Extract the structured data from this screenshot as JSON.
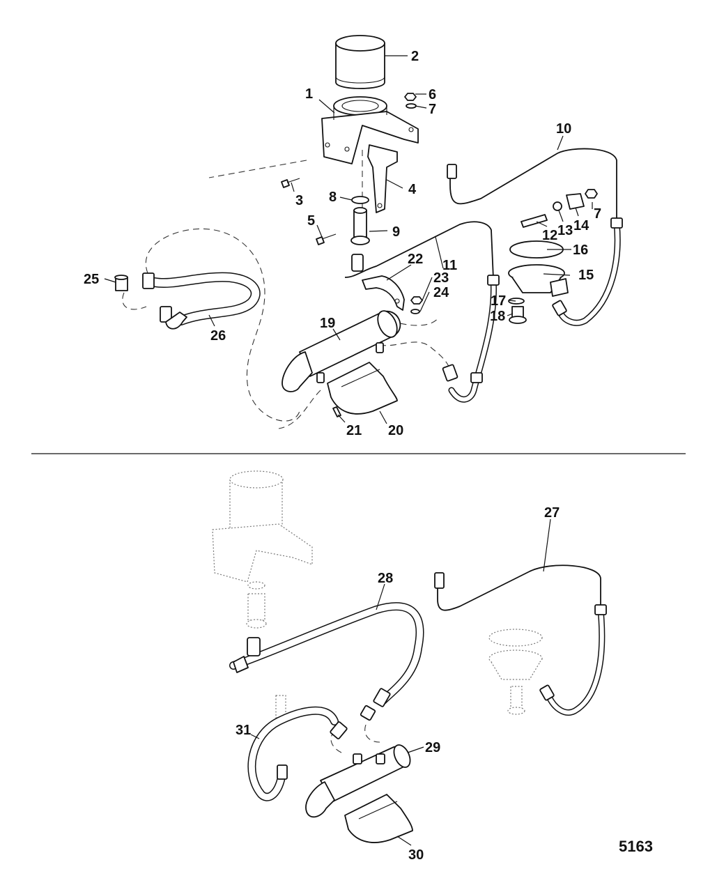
{
  "figure_number": "5163",
  "callouts": [
    "1",
    "2",
    "3",
    "4",
    "5",
    "6",
    "7",
    "7",
    "8",
    "9",
    "10",
    "11",
    "12",
    "13",
    "14",
    "15",
    "16",
    "17",
    "18",
    "19",
    "20",
    "21",
    "22",
    "23",
    "24",
    "25",
    "26",
    "27",
    "28",
    "29",
    "30",
    "31"
  ]
}
